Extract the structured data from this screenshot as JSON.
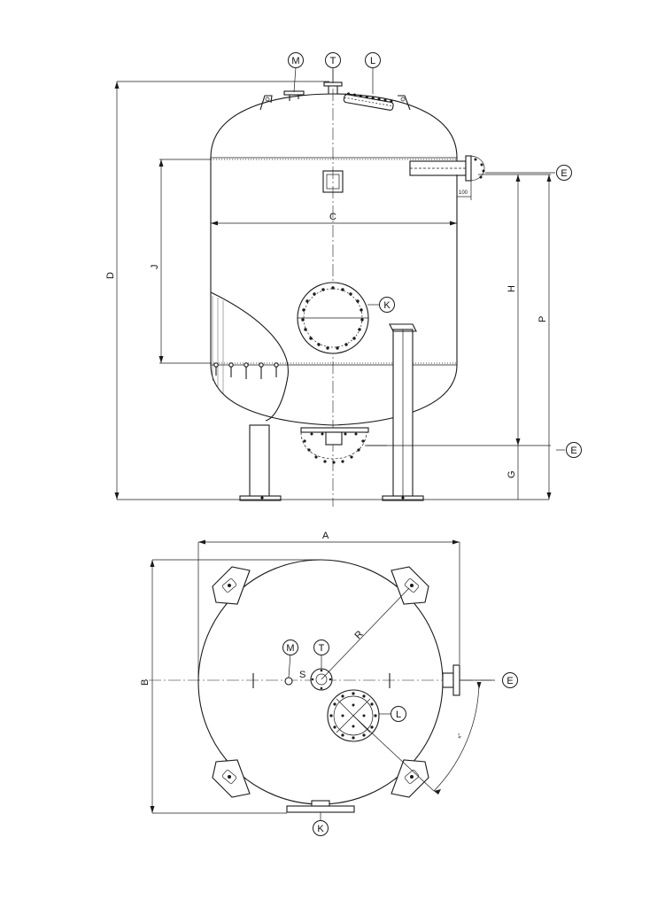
{
  "elevation_view": {
    "callouts": {
      "M": "M",
      "T": "T",
      "L": "L",
      "E_top": "E",
      "E_bottom": "E",
      "K": "K"
    },
    "dimensions": {
      "D": "D",
      "C": "C",
      "J": "J",
      "H": "H",
      "P": "P",
      "G": "G",
      "nozzle_length": "100"
    }
  },
  "plan_view": {
    "callouts": {
      "M": "M",
      "T": "T",
      "L": "L",
      "E": "E",
      "K": "K"
    },
    "dimensions": {
      "A": "A",
      "B": "B",
      "R": "R",
      "S": "S",
      "angle_note": "x°"
    }
  }
}
